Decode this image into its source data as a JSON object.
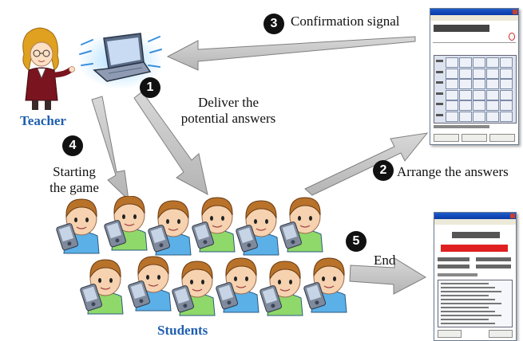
{
  "labels": {
    "teacher": "Teacher",
    "students": "Students",
    "deliver": [
      "Deliver the",
      "potential answers"
    ],
    "confirmation": "Confirmation signal",
    "arrange": "Arrange the answers",
    "starting": [
      "Starting",
      "the game"
    ],
    "end": "End"
  },
  "steps": [
    "1",
    "2",
    "3",
    "4",
    "5"
  ],
  "colors": {
    "arrow_fill": "#c8c8c8",
    "arrow_stroke": "#808080",
    "step_circle": "#111111",
    "teacher_label": "#1f5fb0",
    "students_label": "#1f5fb0",
    "result_red": "#e02020"
  },
  "icons": {
    "teacher": "teacher-illustration",
    "laptop": "laptop-icon",
    "students": "students-with-pdas-illustration",
    "pda_answer": "pda-answer-window",
    "pda_result": "pda-result-window"
  }
}
